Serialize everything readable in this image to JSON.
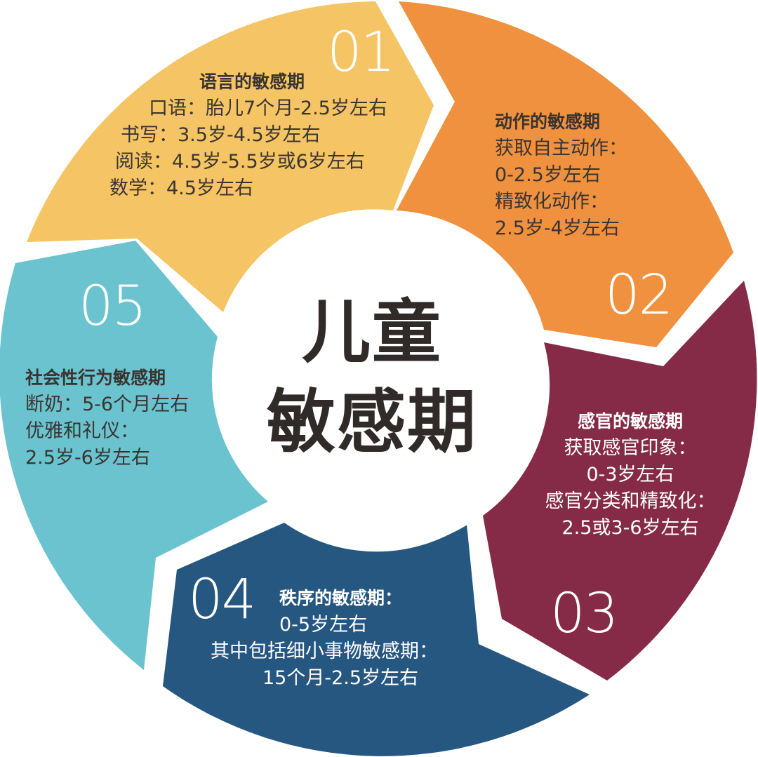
{
  "center": {
    "line1": "儿童",
    "line2": "敏感期"
  },
  "colors": {
    "language": "#F4C465",
    "movement": "#EF913E",
    "senses": "#862B47",
    "order": "#265781",
    "social": "#6AC3CE",
    "center": "#FFFFFF",
    "dark_text": "#3A3431",
    "light_text": "#FFFFFF"
  },
  "segments": [
    {
      "number": "01",
      "color": "#F4C465",
      "title": "语言的敏感期",
      "lines": [
        "口语：胎儿7个月-2.5岁左右",
        "书写：3.5岁-4.5岁左右",
        "阅读：4.5岁-5.5岁或6岁左右",
        "数学：4.5岁左右"
      ]
    },
    {
      "number": "02",
      "color": "#EF913E",
      "title": "动作的敏感期",
      "lines": [
        "获取自主动作：",
        "0-2.5岁左右",
        "精致化动作：",
        "2.5岁-4岁左右"
      ]
    },
    {
      "number": "03",
      "color": "#862B47",
      "title": "感官的敏感期",
      "lines": [
        "获取感官印象：",
        "0-3岁左右",
        "感官分类和精致化：",
        "2.5或3-6岁左右"
      ]
    },
    {
      "number": "04",
      "color": "#265781",
      "title": "秩序的敏感期：",
      "lines": [
        "0-5岁左右",
        "其中包括细小事物敏感期：",
        "15个月-2.5岁左右"
      ]
    },
    {
      "number": "05",
      "color": "#6AC3CE",
      "title": "社会性行为敏感期",
      "lines": [
        "断奶：5-6个月左右",
        "优雅和礼仪：",
        "2.5岁-6岁左右"
      ]
    }
  ]
}
